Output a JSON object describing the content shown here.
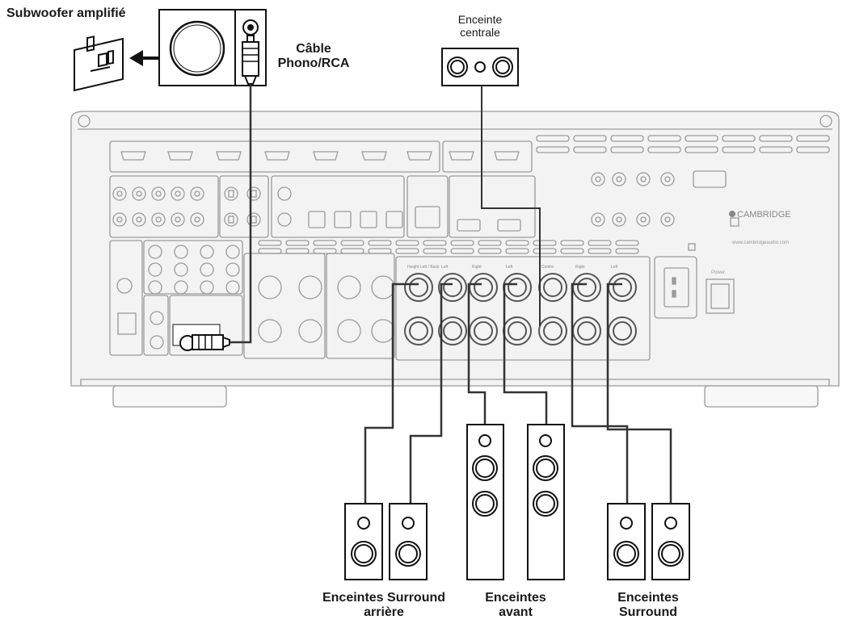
{
  "labels": {
    "subwoofer": "Subwoofer amplifié",
    "cable_line1": "Câble",
    "cable_line2": "Phono/RCA",
    "center_line1": "Enceinte",
    "center_line2": "centrale",
    "rear_line1": "Enceintes Surround",
    "rear_line2": "arrière",
    "front_line1": "Enceintes",
    "front_line2": "avant",
    "surround_line1": "Enceintes",
    "surround_line2": "Surround"
  },
  "receiver": {
    "brand": "CAMBRIDGE",
    "website": "www.cambridgeaudio.com",
    "power_label": "Power",
    "speaker_outputs": [
      "Height Left / Back",
      "Left",
      "Right",
      "Left",
      "Centre",
      "Right",
      "Left"
    ]
  },
  "colors": {
    "line": "#333333",
    "receiver_line": "#9a9a9a",
    "receiver_fill": "#f3f3f3",
    "stroke": "#111111"
  }
}
